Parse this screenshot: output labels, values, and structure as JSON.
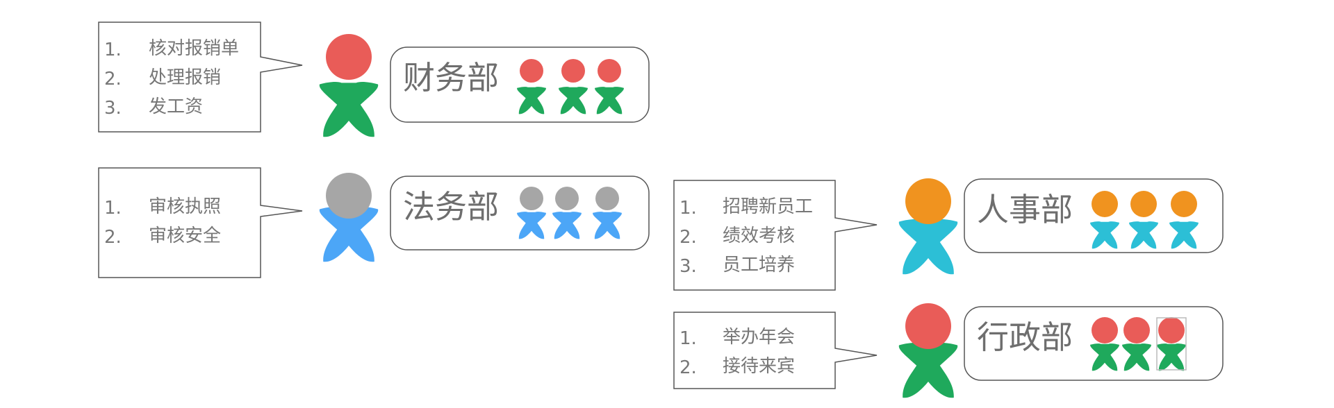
{
  "departments": [
    {
      "id": "finance",
      "name": "财务部",
      "head_color": "#e95c58",
      "body_color": "#1fa95c",
      "tasks": [
        {
          "num": "1.",
          "text": "核对报销单"
        },
        {
          "num": "2.",
          "text": "处理报销"
        },
        {
          "num": "3.",
          "text": "发工资"
        }
      ]
    },
    {
      "id": "legal",
      "name": "法务部",
      "head_color": "#a6a6a6",
      "body_color": "#4ca6f7",
      "tasks": [
        {
          "num": "1.",
          "text": "审核执照"
        },
        {
          "num": "2.",
          "text": "审核安全"
        }
      ]
    },
    {
      "id": "hr",
      "name": "人事部",
      "head_color": "#f0931f",
      "body_color": "#2cbfd6",
      "tasks": [
        {
          "num": "1.",
          "text": "招聘新员工"
        },
        {
          "num": "2.",
          "text": "绩效考核"
        },
        {
          "num": "3.",
          "text": "员工培养"
        }
      ]
    },
    {
      "id": "admin",
      "name": "行政部",
      "head_color": "#e95c58",
      "body_color": "#1fa95c",
      "tasks": [
        {
          "num": "1.",
          "text": "举办年会"
        },
        {
          "num": "2.",
          "text": "接待来宾"
        }
      ]
    }
  ]
}
